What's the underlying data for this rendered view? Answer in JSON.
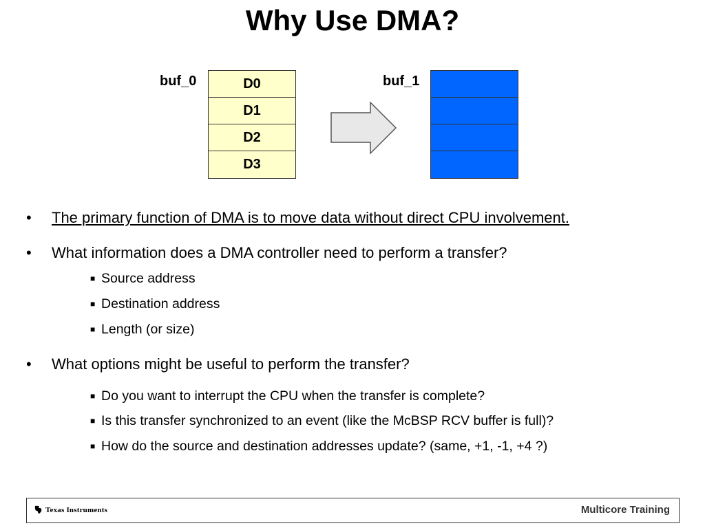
{
  "title": "Why Use DMA?",
  "diagram": {
    "source": {
      "label": "buf_0",
      "cells": [
        "D0",
        "D1",
        "D2",
        "D3"
      ]
    },
    "destination": {
      "label": "buf_1",
      "cells": [
        "",
        "",
        "",
        ""
      ]
    },
    "colors": {
      "source_fill": "#ffffcc",
      "destination_fill": "#0066ff",
      "arrow_fill": "#e8e8e8"
    }
  },
  "bullets": [
    {
      "text": "The primary function of DMA is to move data without direct CPU involvement."
    },
    {
      "text": "What information does a DMA controller need to perform a transfer?",
      "sub": [
        "Source address",
        "Destination address",
        "Length (or size)"
      ]
    },
    {
      "text": "What options might be useful to perform the transfer?",
      "sub": [
        "Do you want to interrupt the CPU when the transfer is complete?",
        "Is this transfer synchronized to an event (like the McBSP RCV buffer is full)?",
        "How do the source and destination addresses update? (same, +1, -1, +4 ?)"
      ]
    }
  ],
  "footer": {
    "logo_text": "Texas Instruments",
    "right_text": "Multicore Training"
  }
}
